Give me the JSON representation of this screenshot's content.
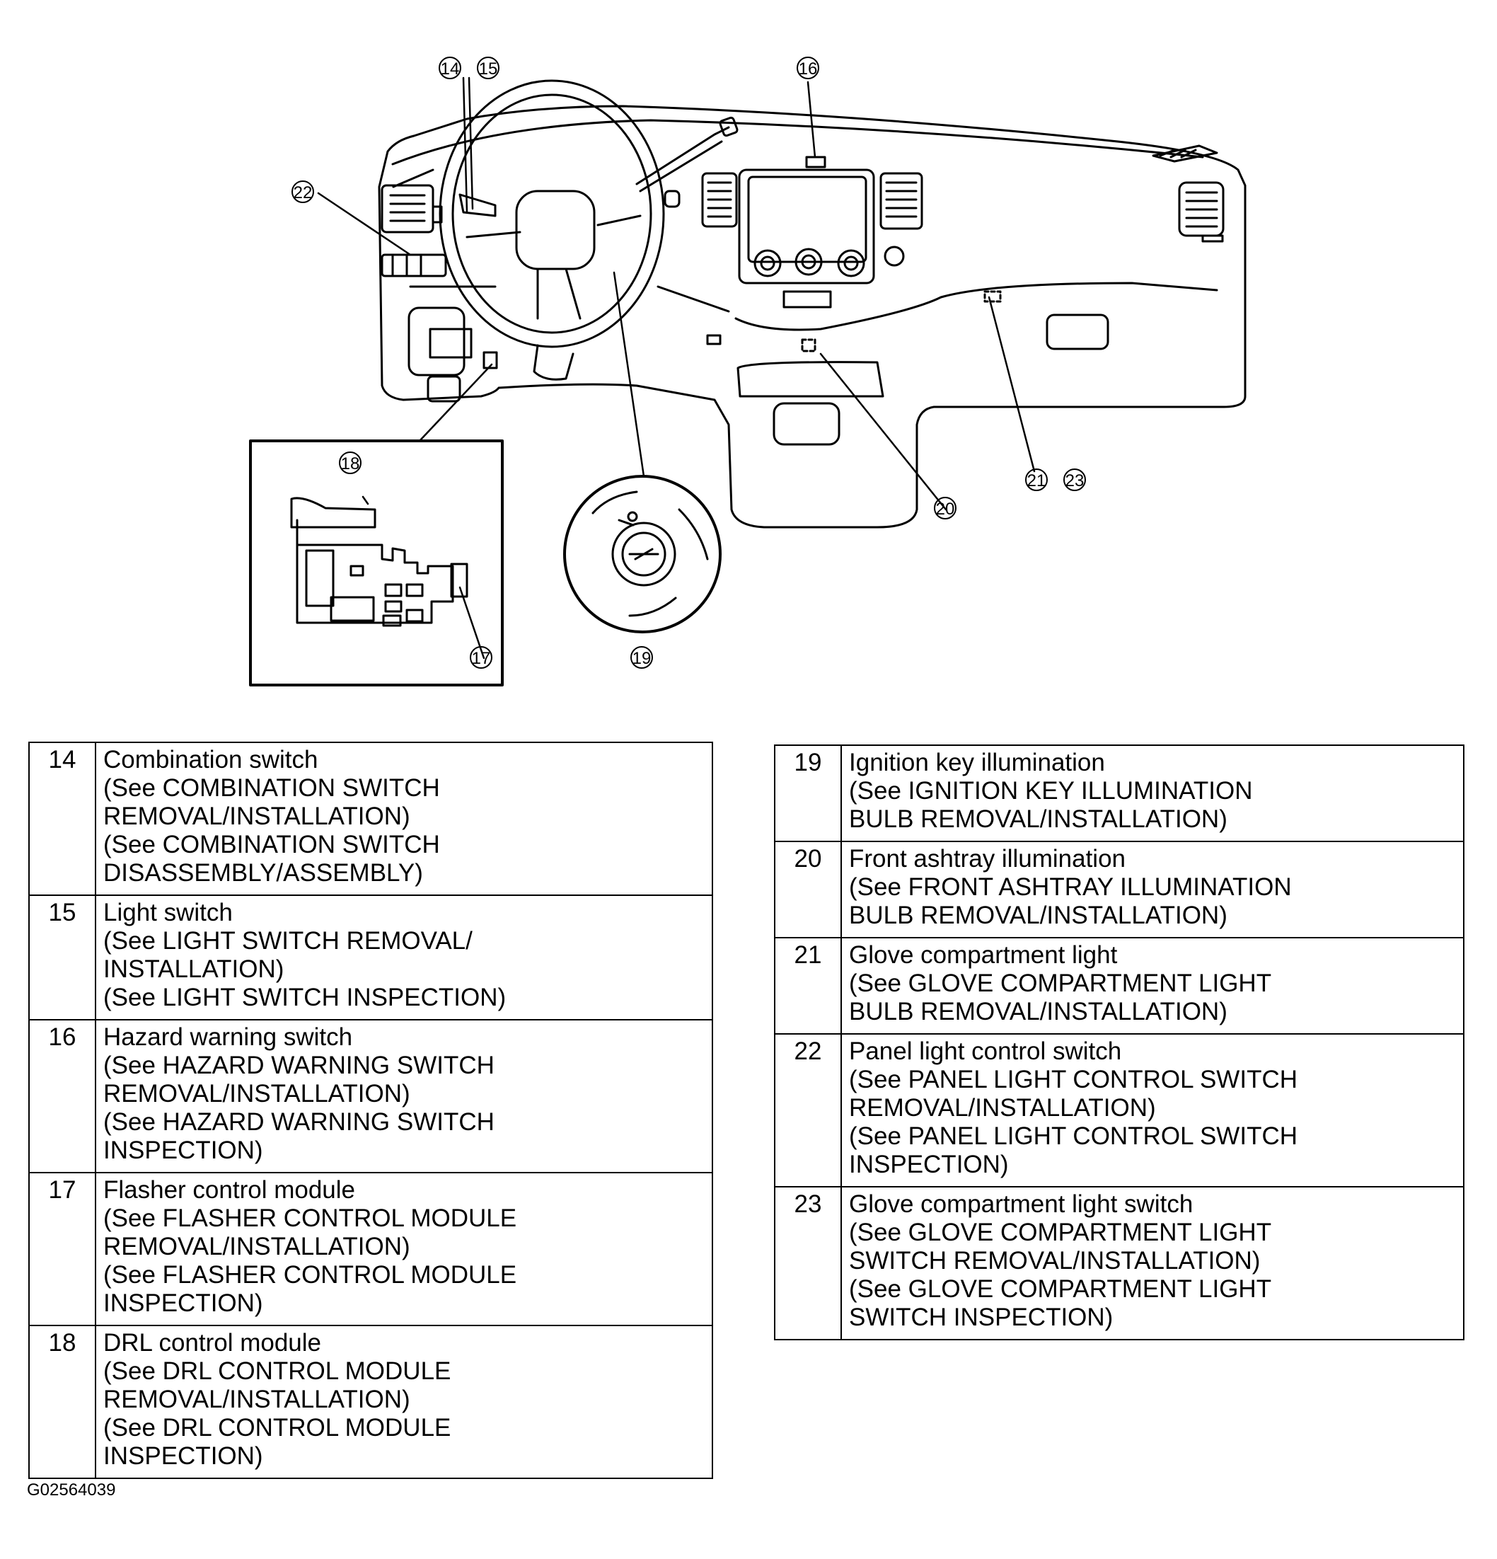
{
  "callouts": {
    "c14": "14",
    "c15": "15",
    "c16": "16",
    "c17": "17",
    "c18": "18",
    "c19": "19",
    "c20": "20",
    "c21": "21",
    "c22": "22",
    "c23": "23"
  },
  "legend_left": [
    {
      "num": "14",
      "lines": [
        "Combination switch",
        "(See COMBINATION SWITCH",
        "REMOVAL/INSTALLATION)",
        "(See COMBINATION SWITCH",
        "DISASSEMBLY/ASSEMBLY)"
      ]
    },
    {
      "num": "15",
      "lines": [
        "Light switch",
        "(See LIGHT SWITCH REMOVAL/",
        "INSTALLATION)",
        "(See LIGHT SWITCH INSPECTION)"
      ]
    },
    {
      "num": "16",
      "lines": [
        "Hazard warning switch",
        "(See HAZARD WARNING SWITCH",
        "REMOVAL/INSTALLATION)",
        "(See HAZARD WARNING SWITCH",
        "INSPECTION)"
      ]
    },
    {
      "num": "17",
      "lines": [
        "Flasher control module",
        "(See FLASHER CONTROL MODULE",
        "REMOVAL/INSTALLATION)",
        "(See FLASHER CONTROL MODULE",
        "INSPECTION)"
      ]
    },
    {
      "num": "18",
      "lines": [
        "DRL control module",
        "(See DRL CONTROL MODULE",
        "REMOVAL/INSTALLATION)",
        "(See DRL CONTROL MODULE",
        "INSPECTION)"
      ]
    }
  ],
  "legend_right": [
    {
      "num": "19",
      "lines": [
        "Ignition key illumination",
        "(See IGNITION KEY ILLUMINATION",
        "BULB REMOVAL/INSTALLATION)"
      ]
    },
    {
      "num": "20",
      "lines": [
        "Front ashtray illumination",
        "(See FRONT ASHTRAY ILLUMINATION",
        "BULB REMOVAL/INSTALLATION)"
      ]
    },
    {
      "num": "21",
      "lines": [
        "Glove compartment light",
        "(See GLOVE COMPARTMENT LIGHT",
        "BULB REMOVAL/INSTALLATION)"
      ]
    },
    {
      "num": "22",
      "lines": [
        "Panel light control switch",
        "(See PANEL LIGHT CONTROL SWITCH",
        "REMOVAL/INSTALLATION)",
        "(See PANEL LIGHT CONTROL SWITCH",
        "INSPECTION)"
      ]
    },
    {
      "num": "23",
      "lines": [
        "Glove compartment light switch",
        "(See GLOVE COMPARTMENT LIGHT",
        "SWITCH REMOVAL/INSTALLATION)",
        "(See GLOVE COMPARTMENT LIGHT",
        "SWITCH INSPECTION)"
      ]
    }
  ],
  "figure_code": "G02564039"
}
